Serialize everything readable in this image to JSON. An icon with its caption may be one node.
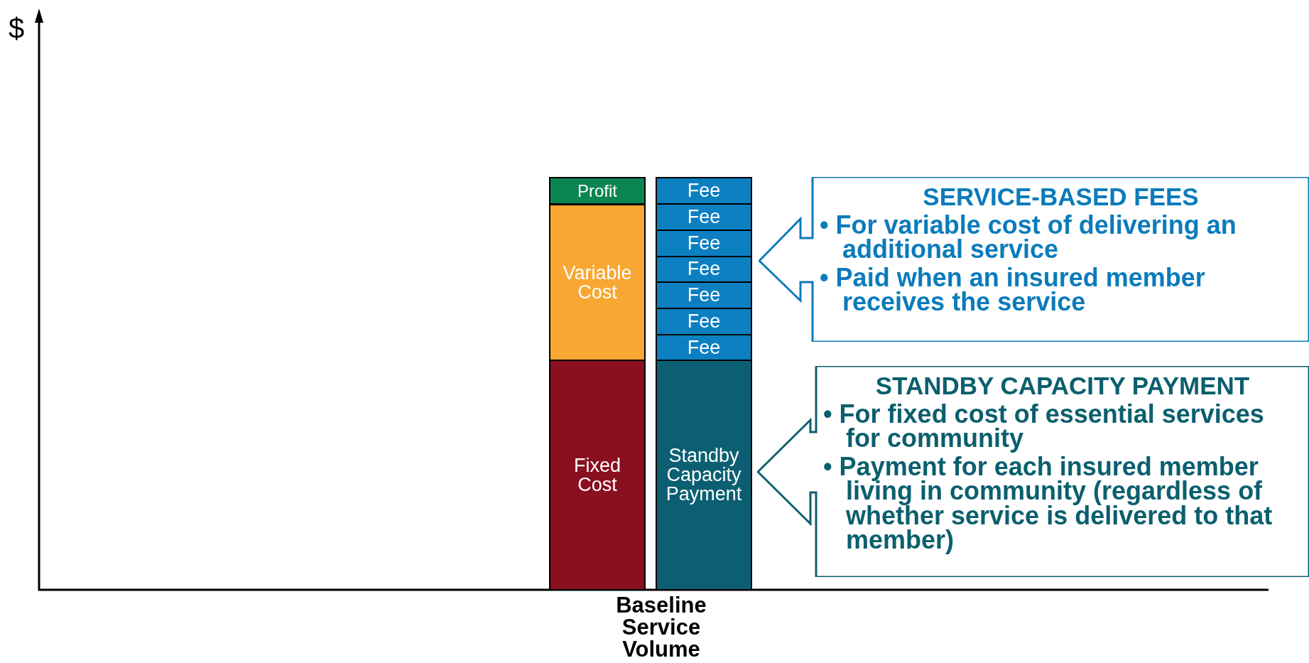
{
  "diagram": {
    "nodes": [
      {
        "text": [
          "Profit"
        ]
      },
      {
        "text": [
          "Variable Cost"
        ]
      },
      {
        "text": [
          "Fixed Cost"
        ]
      },
      {
        "text": [
          "Fee"
        ]
      },
      {
        "text": [
          "Fee"
        ]
      },
      {
        "text": [
          "Fee"
        ]
      },
      {
        "text": [
          "Fee"
        ]
      },
      {
        "text": [
          "Fee"
        ]
      },
      {
        "text": [
          "Fee"
        ]
      },
      {
        "text": [
          "Fee"
        ]
      },
      {
        "text": [
          "Standby Capacity Payment"
        ]
      },
      {
        "text": [
          "SERVICE-BASED FEES",
          "• For variable cost of delivering an additional service",
          "• Paid when an insured member receives the service"
        ]
      },
      {
        "text": [
          "STANDBY CAPACITY PAYMENT",
          "• For fixed cost of essential services for community",
          "• Payment for each insured member living in community (regardless of whether service is delivered to that member)"
        ]
      }
    ],
    "edges": [],
    "labels": [
      "$",
      "Baseline Service Volume"
    ]
  }
}
